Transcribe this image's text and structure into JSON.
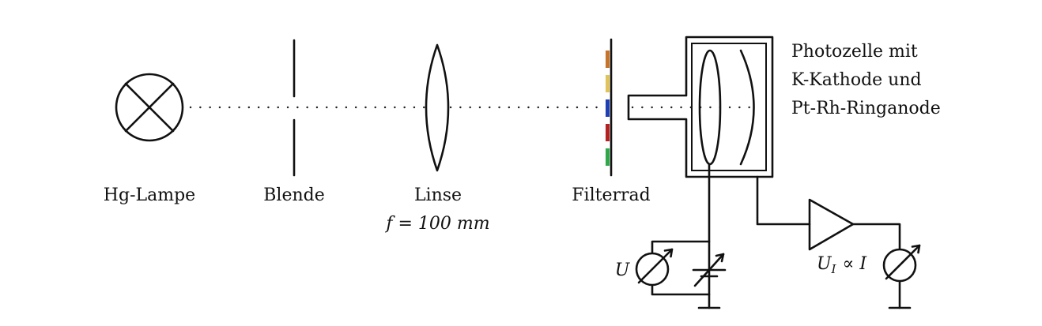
{
  "labels": {
    "lamp": "Hg-Lampe",
    "aperture": "Blende",
    "lens": "Linse",
    "lens_focal": "f = 100 mm",
    "filter_wheel": "Filterrad",
    "photocell_line1": "Photozelle mit",
    "photocell_line2": "K-Kathode und",
    "photocell_line3": "Pt-Rh-Ringanode",
    "voltage": "U",
    "current_voltage": "U",
    "current_voltage_sub": "I",
    "current_voltage_rest": "∝ I"
  },
  "filter_colors": [
    "#c8732a",
    "#e2c25a",
    "#1f3fb5",
    "#b52020",
    "#2fa84a"
  ]
}
